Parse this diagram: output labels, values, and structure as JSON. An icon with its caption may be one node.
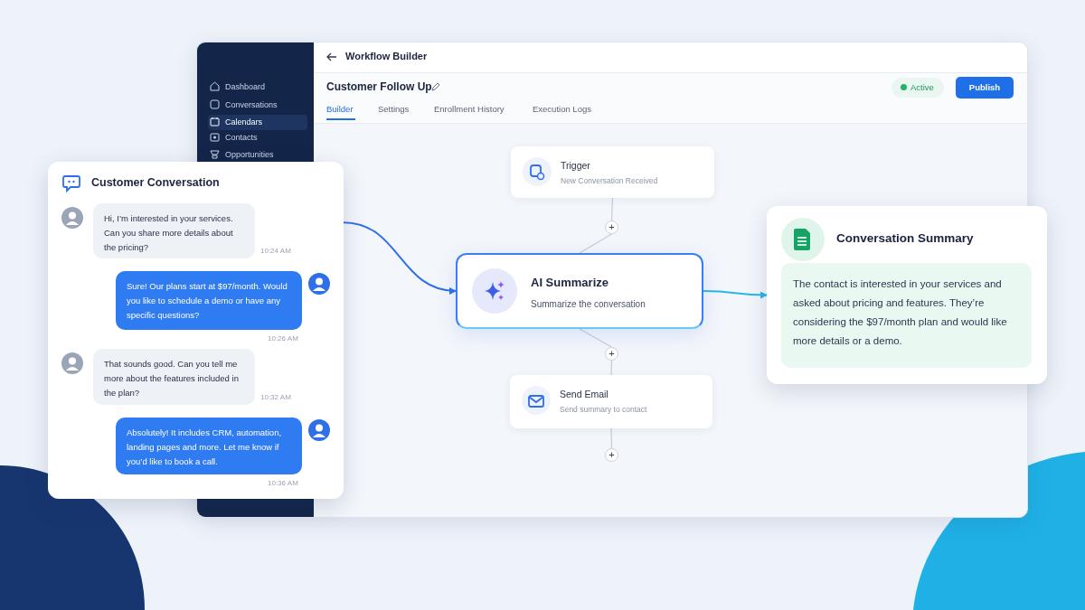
{
  "diagram": {
    "nodes": [
      {
        "text": [
          "Customer Conversation"
        ]
      },
      {
        "text": [
          "Hi, I’m interested in your services. Can you share more details about the pricing?"
        ],
        "in": 0,
        "beside": [
          "10:24 AM"
        ]
      },
      {
        "text": [
          "Sure! Our plans start at $97/month. Would you like to schedule a demo or have any specific questions?"
        ],
        "in": 0,
        "beside": [
          "10:26 AM"
        ]
      },
      {
        "text": [
          "That sounds good. Can you tell me more about the features included in the plan?"
        ],
        "in": 0,
        "beside": [
          "10:32 AM"
        ]
      },
      {
        "text": [
          "Absolutely! It includes CRM, automation, landing pages and more. Let me know if you’d like to book a call."
        ],
        "in": 0,
        "beside": [
          "10:36 AM"
        ]
      },
      {
        "text": [
          "Trigger",
          "New Conversation Received"
        ]
      },
      {
        "text": [
          "+"
        ]
      },
      {
        "text": [
          "AI Summarize",
          "Summarize the conversation"
        ]
      },
      {
        "text": [
          "+"
        ]
      },
      {
        "text": [
          "Send Email",
          "Send summary to contact"
        ]
      },
      {
        "text": [
          "+"
        ]
      },
      {
        "text": [
          "Conversation Summary",
          "The contact is interested in your services and asked about pricing and features. They’re considering the $97/month plan and would like more details or a demo."
        ]
      }
    ],
    "edges": [
      {
        "from": 0,
        "to": 7,
        "arrow": "to",
        "color": "#2f6fe8"
      },
      {
        "from": 7,
        "to": 11,
        "arrow": "to",
        "color": "#29b6ea"
      },
      {
        "from": 5,
        "to": 6,
        "arrow": "none"
      },
      {
        "from": 6,
        "to": 7,
        "arrow": "none"
      },
      {
        "from": 7,
        "to": 8,
        "arrow": "none"
      },
      {
        "from": 8,
        "to": 9,
        "arrow": "none"
      },
      {
        "from": 9,
        "to": 10,
        "arrow": "none"
      }
    ],
    "labels": [
      "Dashboard",
      "Conversations",
      "Calendars",
      "Contacts",
      "Opportunities",
      "Workflow Builder",
      "Customer Follow Up",
      "Builder",
      "Settings",
      "Enrollment History",
      "Execution Logs",
      "Active",
      "Publish"
    ]
  }
}
